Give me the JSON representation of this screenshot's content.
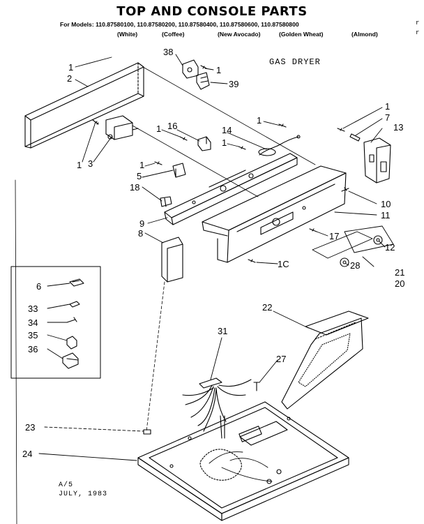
{
  "header": {
    "title": "TOP AND CONSOLE PARTS",
    "models_prefix": "For Models:",
    "models": [
      "110.87580100,",
      "110.87580200,",
      "110.87580400,",
      "110.87580600,",
      "110.87580800"
    ],
    "colors": [
      "(White)",
      "(Coffee)",
      "(New Avocado)",
      "(Golden Wheat)",
      "(Almond)"
    ],
    "subtitle": "GAS DRYER",
    "edge_marks": [
      "r",
      "r"
    ]
  },
  "callouts": {
    "c1a": "1",
    "c2": "2",
    "c38": "38",
    "c1b": "1",
    "c39": "39",
    "c1c": "1",
    "c3": "3",
    "c1d": "1",
    "c16": "16",
    "c14": "14",
    "c1e": "1",
    "c1f": "1",
    "c1g": "1",
    "c7": "7",
    "c13": "13",
    "c1h": "1",
    "c5": "5",
    "c18": "18",
    "c9": "9",
    "c8": "8",
    "c10a": "10",
    "c11": "11",
    "c17": "17",
    "c12": "12",
    "c10b": "1C",
    "c28": "28",
    "c21": "21",
    "c20": "20",
    "c6": "6",
    "c33": "33",
    "c34": "34",
    "c35": "35",
    "c36": "36",
    "c22": "22",
    "c31": "31",
    "c27": "27",
    "c23": "23",
    "c24": "24"
  },
  "footer": {
    "line1": "A/5",
    "line2": "JULY, 1983"
  }
}
